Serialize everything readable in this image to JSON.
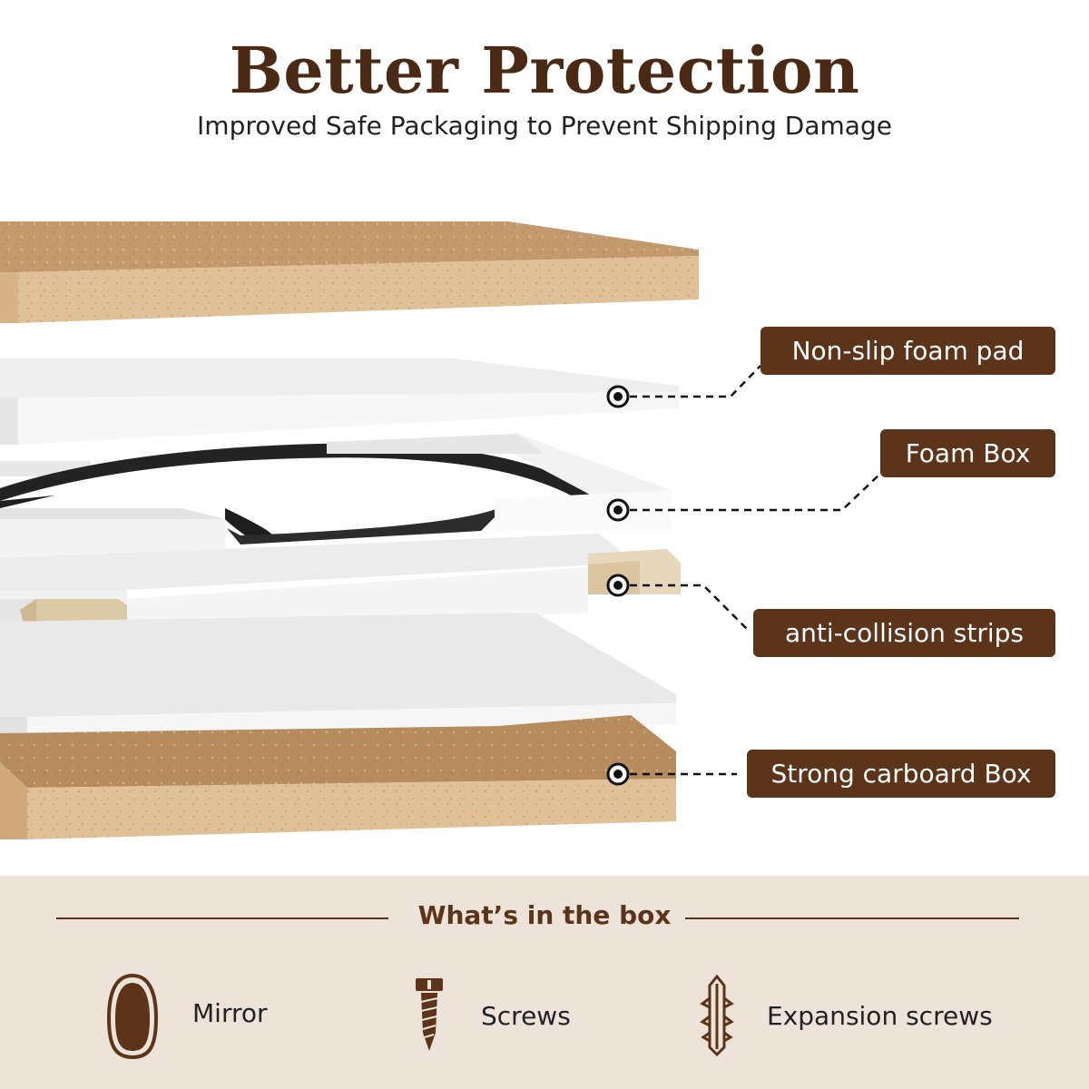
{
  "header": {
    "title": "Better Protection",
    "subtitle": "Improved Safe Packaging to Prevent Shipping Damage"
  },
  "callouts": [
    {
      "label": "Non-slip foam pad"
    },
    {
      "label": "Foam Box"
    },
    {
      "label": "anti-collision strips"
    },
    {
      "label": "Strong carboard Box"
    }
  ],
  "box_contents": {
    "heading": "What’s in the box",
    "items": [
      {
        "label": "Mirror",
        "icon": "mirror-icon"
      },
      {
        "label": "Screws",
        "icon": "screw-icon"
      },
      {
        "label": "Expansion screws",
        "icon": "expansion-screw-icon"
      }
    ]
  },
  "colors": {
    "brand_brown": "#5b3419",
    "title_brown": "#4a2a14",
    "cardboard": "#c9a57b",
    "foam": "#f1f1f1",
    "bottom_panel": "#ede3d9"
  }
}
